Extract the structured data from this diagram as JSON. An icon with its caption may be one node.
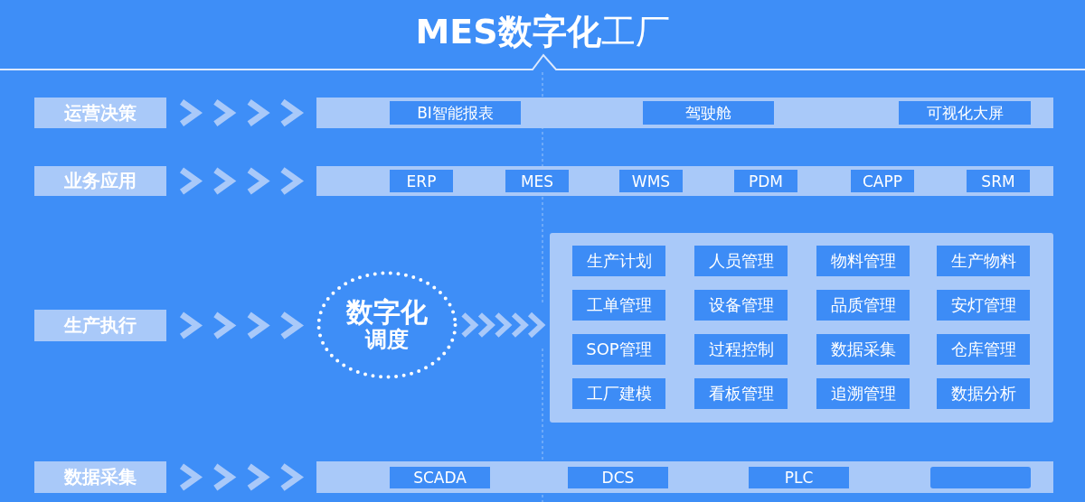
{
  "diagram": {
    "title": "**MES数字化**工厂",
    "nodes": [
      {
        "text": [
          "运营决策"
        ]
      },
      {
        "text": [],
        "shape": "bar"
      },
      {
        "text": [
          "BI智能报表"
        ],
        "in": 1
      },
      {
        "text": [
          "驾驶舱"
        ],
        "in": 1
      },
      {
        "text": [
          "可视化大屏"
        ],
        "in": 1
      },
      {
        "text": [
          "业务应用"
        ]
      },
      {
        "text": [],
        "shape": "bar"
      },
      {
        "text": [
          "ERP"
        ],
        "in": 6
      },
      {
        "text": [
          "MES"
        ],
        "in": 6
      },
      {
        "text": [
          "WMS"
        ],
        "in": 6
      },
      {
        "text": [
          "PDM"
        ],
        "in": 6
      },
      {
        "text": [
          "CAPP"
        ],
        "in": 6
      },
      {
        "text": [
          "SRM"
        ],
        "in": 6
      },
      {
        "text": [
          "生产执行"
        ]
      },
      {
        "text": [
          "数字化",
          "调度"
        ]
      },
      {
        "text": [],
        "shape": "box"
      },
      {
        "text": [
          "生产计划"
        ],
        "in": 15
      },
      {
        "text": [
          "人员管理"
        ],
        "in": 15
      },
      {
        "text": [
          "物料管理"
        ],
        "in": 15
      },
      {
        "text": [
          "生产物料"
        ],
        "in": 15
      },
      {
        "text": [
          "工单管理"
        ],
        "in": 15
      },
      {
        "text": [
          "设备管理"
        ],
        "in": 15
      },
      {
        "text": [
          "品质管理"
        ],
        "in": 15
      },
      {
        "text": [
          "安灯管理"
        ],
        "in": 15
      },
      {
        "text": [
          "SOP管理"
        ],
        "in": 15
      },
      {
        "text": [
          "过程控制"
        ],
        "in": 15
      },
      {
        "text": [
          "数据采集"
        ],
        "in": 15
      },
      {
        "text": [
          "仓库管理"
        ],
        "in": 15
      },
      {
        "text": [
          "工厂建模"
        ],
        "in": 15
      },
      {
        "text": [
          "看板管理"
        ],
        "in": 15
      },
      {
        "text": [
          "追溯管理"
        ],
        "in": 15
      },
      {
        "text": [
          "数据分析"
        ],
        "in": 15
      },
      {
        "text": [
          "数据采集"
        ]
      },
      {
        "text": [],
        "shape": "bar"
      },
      {
        "text": [
          "SCADA"
        ],
        "in": 33
      },
      {
        "text": [
          "DCS"
        ],
        "in": 33
      },
      {
        "text": [
          "PLC"
        ],
        "in": 33
      },
      {
        "text": [],
        "shape": "box",
        "in": 33
      }
    ],
    "edges": [
      {
        "from": 0,
        "to": 1,
        "arrow": "to"
      },
      {
        "from": 5,
        "to": 6,
        "arrow": "to"
      },
      {
        "from": 13,
        "to": 14,
        "arrow": "to"
      },
      {
        "from": 14,
        "to": 15,
        "arrow": "to"
      },
      {
        "from": 32,
        "to": 33,
        "arrow": "to"
      }
    ]
  }
}
